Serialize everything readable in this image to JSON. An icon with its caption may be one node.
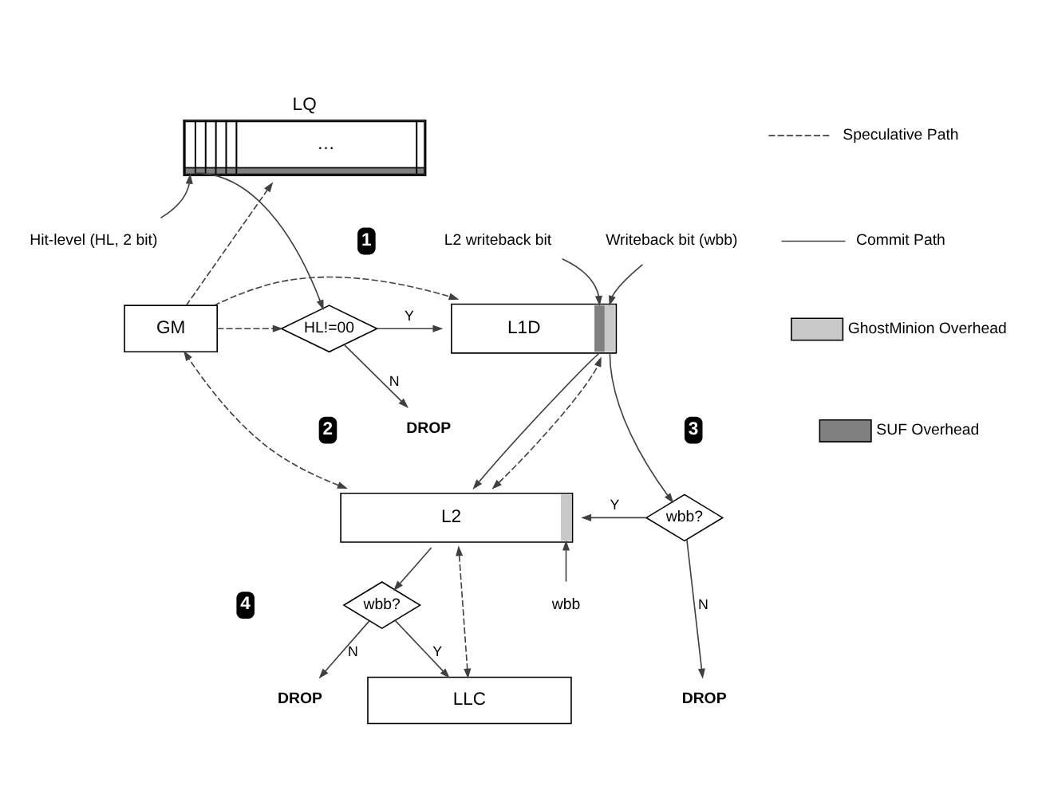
{
  "diagram": {
    "nodes": [
      {
        "text": [
          "LQ",
          "…"
        ]
      },
      {
        "text": [
          "Hit-level (HL, 2 bit)"
        ]
      },
      {
        "text": [
          "GM"
        ]
      },
      {
        "text": [
          "HL!=00"
        ]
      },
      {
        "text": [
          "L1D"
        ]
      },
      {
        "text": [
          "L2 writeback bit"
        ]
      },
      {
        "text": [
          "Writeback bit (wbb)"
        ]
      },
      {
        "text": [
          "DROP"
        ]
      },
      {
        "text": [
          "L2"
        ]
      },
      {
        "text": [
          "wbb?"
        ]
      },
      {
        "text": [
          "wbb"
        ]
      },
      {
        "text": [
          "wbb?"
        ]
      },
      {
        "text": [
          "DROP"
        ]
      },
      {
        "text": [
          "LLC"
        ]
      },
      {
        "text": [
          "DROP"
        ]
      }
    ],
    "edges": [
      {
        "from": 1,
        "to": 0,
        "arrow": "to"
      },
      {
        "from": 2,
        "to": 0,
        "arrow": "to",
        "style": "dashed"
      },
      {
        "from": 2,
        "to": 4,
        "arrow": "to",
        "style": "dashed"
      },
      {
        "from": 0,
        "to": 3,
        "arrow": "to"
      },
      {
        "from": 2,
        "to": 3,
        "arrow": "to",
        "style": "dashed"
      },
      {
        "from": 3,
        "to": 4,
        "arrow": "to",
        "label": "Y"
      },
      {
        "from": 3,
        "to": 7,
        "arrow": "to",
        "label": "N"
      },
      {
        "from": 5,
        "to": 4,
        "arrow": "to"
      },
      {
        "from": 6,
        "to": 4,
        "arrow": "to"
      },
      {
        "from": 8,
        "to": 2,
        "arrow": "both",
        "style": "dashed"
      },
      {
        "from": 8,
        "to": 4,
        "arrow": "both",
        "style": "dashed"
      },
      {
        "from": 4,
        "to": 8,
        "arrow": "to"
      },
      {
        "from": 4,
        "to": 9,
        "arrow": "to"
      },
      {
        "from": 9,
        "to": 8,
        "arrow": "to",
        "label": "Y"
      },
      {
        "from": 9,
        "to": 12,
        "arrow": "to",
        "label": "N"
      },
      {
        "from": 10,
        "to": 8,
        "arrow": "to"
      },
      {
        "from": 8,
        "to": 11,
        "arrow": "to"
      },
      {
        "from": 8,
        "to": 13,
        "arrow": "both",
        "style": "dashed"
      },
      {
        "from": 11,
        "to": 13,
        "arrow": "to",
        "label": "Y"
      },
      {
        "from": 11,
        "to": 14,
        "arrow": "to",
        "label": "N"
      }
    ],
    "labels": [
      "1",
      "2",
      "3",
      "4"
    ],
    "legend": [
      {
        "text": "Speculative Path"
      },
      {
        "text": "Commit Path"
      },
      {
        "text": "GhostMinion Overhead",
        "color": "#c8c8c8"
      },
      {
        "text": "SUF Overhead",
        "color": "#808080"
      }
    ]
  }
}
